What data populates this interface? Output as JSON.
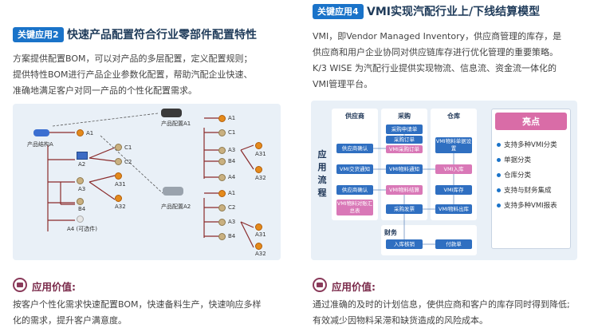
{
  "left": {
    "tag": "关键应用2",
    "title": "快速产品配置符合行业零部件配置特性",
    "para_lines": [
      "方案提供配置BOM，可以对产品的多层配置，定义配置规则；",
      "提供特性BOM进行产品企业参数化配置，帮助汽配企业快速、",
      "准确地满足客户对同一产品的个性化配置需求。"
    ],
    "diagram": {
      "root": "产品结构A",
      "config_a1": "产品配置A1",
      "config_a2": "产品配置A2",
      "left_nodes": [
        "A1",
        "A2",
        "A3",
        "B4",
        "A4 (可选件)"
      ],
      "sub_a2": [
        "C1",
        "C2"
      ],
      "sub_a3": [
        "A31",
        "A32"
      ],
      "a1_nodes": [
        "A1",
        "C1",
        "A3",
        "B4",
        "A4"
      ],
      "a1_sub": [
        "A31",
        "A32"
      ],
      "a2_nodes": [
        "A1",
        "C2",
        "A3",
        "B4"
      ],
      "a2_sub": [
        "A31",
        "A32"
      ]
    },
    "value_title": "应用价值:",
    "value_lines": [
      "按客户个性化需求快速配置BOM，快速备料生产，快速响应多样",
      "化的需求，提升客户满意度。"
    ]
  },
  "right": {
    "tag": "关键应用4",
    "title": "VMI实现汽配行业上/下线结算模型",
    "para_lines": [
      "VMI，即Vendor Managed Inventory，供应商管理的库存，是",
      "供应商和用户企业协同对供应链库存进行优化管理的重要策略。",
      "K/3 WISE 为汽配行业提供实现物流、信息流、资金流一体化的",
      "VMI管理平台。"
    ],
    "flow": {
      "side_label": [
        "应",
        "用",
        "流",
        "程"
      ],
      "col_supplier": "供应商",
      "col_purchase": "采购",
      "col_warehouse": "仓库",
      "col_finance": "财务",
      "supplier_boxes": [
        "供应商确认",
        "VMI交货通知",
        "供应商确认",
        "VMI物料对账汇总表"
      ],
      "purchase_boxes": [
        "采购申请单",
        "采购订单",
        "VMI采购订单",
        "VMI物料通知",
        "VMI物料结算",
        "采购发票"
      ],
      "warehouse_boxes": [
        "VMI物料单据设置",
        "VMI入库",
        "VMI库存",
        "VMI物料出库"
      ],
      "finance_boxes": [
        "入库核销",
        "付款单"
      ]
    },
    "highlights": {
      "title": "亮点",
      "items": [
        "支持多种VMI分类",
        "单据分类",
        "仓库分类",
        "支持与财务集成",
        "支持多种VMI报表"
      ]
    },
    "value_title": "应用价值:",
    "value_lines": [
      "通过准确的及时的计划信息，使供应商和客户的库存同时得到降低;",
      "有效减少因物料呆滞和缺货造成的风险成本。"
    ]
  }
}
